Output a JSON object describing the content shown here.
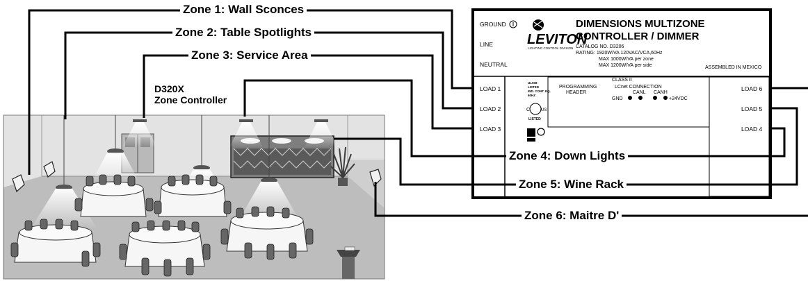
{
  "zones": [
    {
      "label": "Zone 1: Wall Sconces"
    },
    {
      "label": "Zone 2: Table Spotlights"
    },
    {
      "label": "Zone 3: Service Area"
    },
    {
      "label": "Zone 4: Down Lights"
    },
    {
      "label": "Zone 5: Wine Rack"
    },
    {
      "label": "Zone 6: Maitre D'"
    }
  ],
  "controller_callout": {
    "model": "D320X",
    "name": "Zone Controller"
  },
  "panel": {
    "ground": "GROUND",
    "line": "LINE",
    "neutral": "NEUTRAL",
    "brand": "LEVITON",
    "brand_sub": "LIGHTING CONTROL DIVISION",
    "title_1": "DIMENSIONS  MULTIZONE",
    "title_2": "CONTROLLER  /  DIMMER",
    "catalog": "CATALOG NO. D3206",
    "rating": "RATING: 1920W/VA   120VAC/VCA,60Hz",
    "max_zone": "MAX 1000W/VA per zone",
    "max_side": "MAX 1200W/VA per side",
    "assembled": "ASSEMBLED IN MEXICO",
    "ul_1": "UL508",
    "ul_2": "LISTED",
    "ul_3": "IND. CONT. EQ.",
    "ul_4": "60HZ",
    "ul_c": "C",
    "ul_us": "US",
    "ul_listed": "LISTED",
    "class2": "CLASS II",
    "prog_1": "PROGRAMMING",
    "prog_2": "HEADER",
    "lcnet": "LCnet CONNECTION",
    "canl": "CANL",
    "canh": "CANH",
    "gnd": "GND",
    "vdc": "+24VDC",
    "load1": "LOAD 1",
    "load2": "LOAD 2",
    "load3": "LOAD 3",
    "load4": "LOAD 4",
    "load5": "LOAD 5",
    "load6": "LOAD 6"
  }
}
